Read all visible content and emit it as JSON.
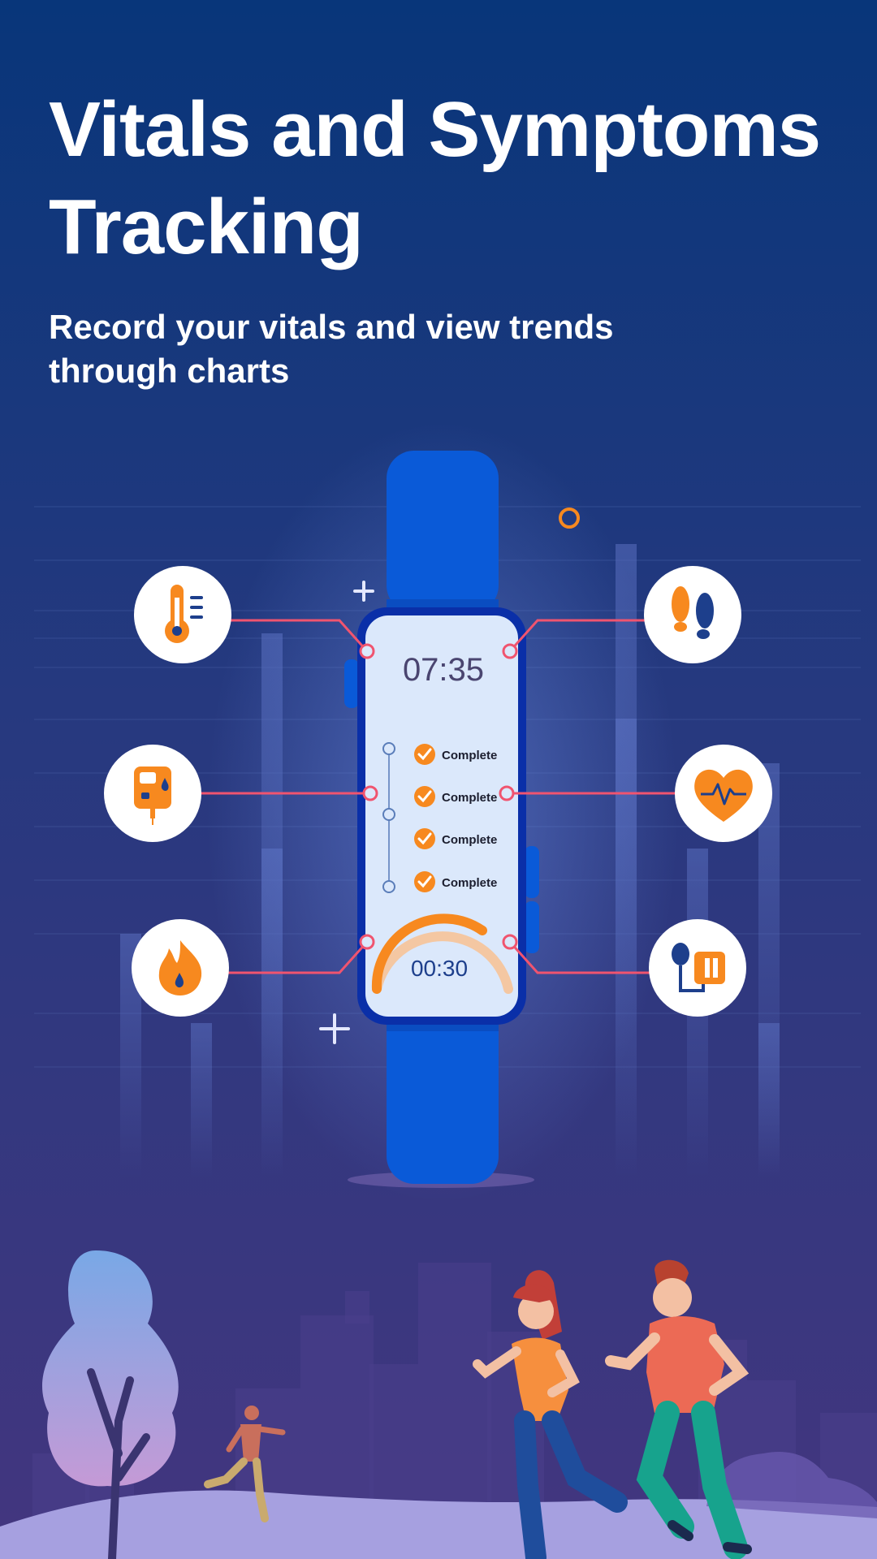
{
  "headline": {
    "line1": "Vitals and Symptoms",
    "line2": "Tracking"
  },
  "subheadline": {
    "line1": "Record your vitals and view trends",
    "line2": "through charts"
  },
  "watch": {
    "time": "07:35",
    "tasks": [
      {
        "label": "Complete"
      },
      {
        "label": "Complete"
      },
      {
        "label": "Complete"
      },
      {
        "label": "Complete"
      }
    ],
    "timer": "00:30"
  },
  "icons": {
    "left": [
      "thermometer-icon",
      "glucose-meter-icon",
      "flame-icon"
    ],
    "right": [
      "footsteps-icon",
      "heart-rate-icon",
      "blood-pressure-icon"
    ]
  },
  "colors": {
    "bg_top": "#0a3577",
    "bg_bottom": "#3f3580",
    "band": "#0a5ad8",
    "accent_orange": "#f7891f",
    "connector_pink": "#f0546f",
    "screen": "#dbe8fb"
  }
}
